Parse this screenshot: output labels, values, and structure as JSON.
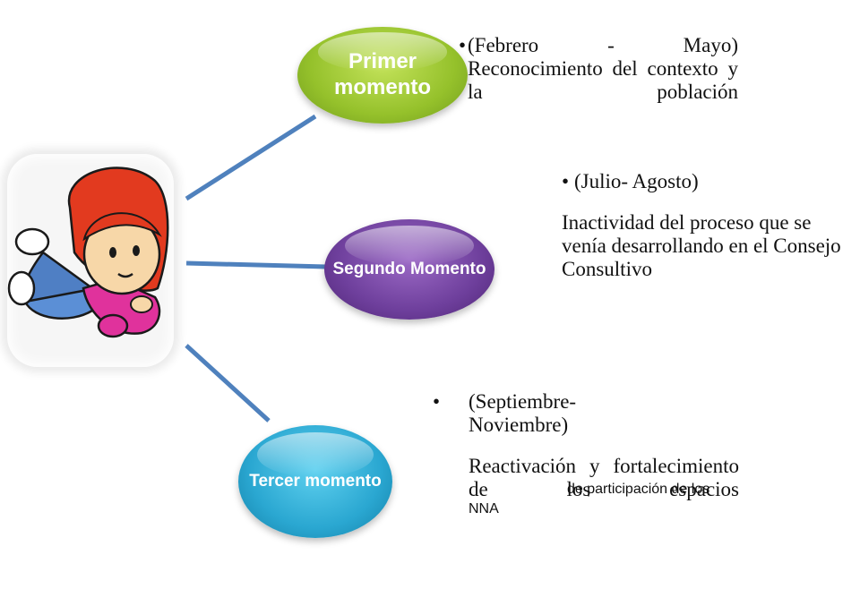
{
  "colors": {
    "connector": "#4f81bd",
    "node_1": "#95c12b",
    "node_2": "#6e3f9c",
    "node_3": "#2aa7d1"
  },
  "icons": {
    "illustration": "girl-flying-icon",
    "bullet": "bullet-dot-icon"
  },
  "moments": [
    {
      "node_label": "Primer momento",
      "period": "(Febrero - Mayo)",
      "description": "Reconocimiento del contexto y la población"
    },
    {
      "node_label": "Segundo Momento",
      "period": "(Julio- Agosto)",
      "description": "Inactividad del proceso que se venía desarrollando en el Consejo Consultivo"
    },
    {
      "node_label": "Tercer momento",
      "period": "(Septiembre- Noviembre)",
      "description_main": "Reactivación y fortalecimiento de los espacios",
      "description_small": "de participación de los NNA"
    }
  ]
}
